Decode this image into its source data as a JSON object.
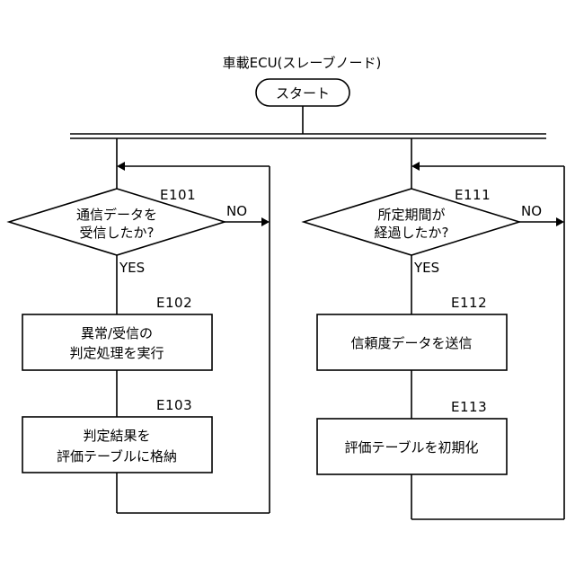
{
  "title": "車載ECU(スレーブノード)",
  "start": "スタート",
  "left": {
    "decision_id": "E101",
    "decision_lines": [
      "通信データを",
      "受信したか?"
    ],
    "no": "NO",
    "yes": "YES",
    "step1_id": "E102",
    "step1_lines": [
      "異常/受信の",
      "判定処理を実行"
    ],
    "step2_id": "E103",
    "step2_lines": [
      "判定結果を",
      "評価テーブルに格納"
    ]
  },
  "right": {
    "decision_id": "E111",
    "decision_lines": [
      "所定期間が",
      "経過したか?"
    ],
    "no": "NO",
    "yes": "YES",
    "step1_id": "E112",
    "step1_lines": [
      "信頼度データを送信"
    ],
    "step2_id": "E113",
    "step2_lines": [
      "評価テーブルを初期化"
    ]
  }
}
